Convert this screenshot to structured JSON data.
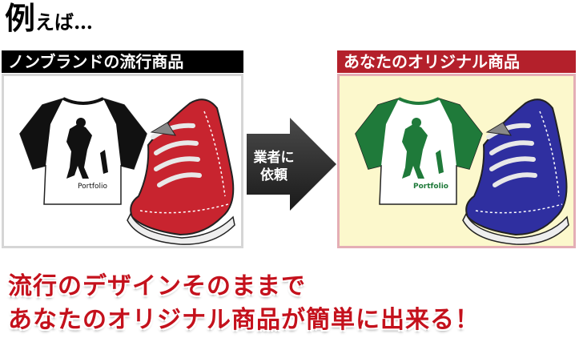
{
  "heading": {
    "main": "例",
    "rest": "えば…"
  },
  "left": {
    "label": "ノンブランドの流行商品",
    "logo_text": "Portfolio"
  },
  "arrow": {
    "line1": "業者に",
    "line2": "依頼"
  },
  "right": {
    "label": "あなたのオリジナル商品",
    "logo_text": "Portfolio"
  },
  "tagline": {
    "line1": "流行のデザインそのままで",
    "line2": "あなたのオリジナル商品が簡単に出来る！"
  },
  "colors": {
    "red_accent": "#b4202b",
    "tagline_red": "#c4111c",
    "shirt_green": "#1f7a3a",
    "shoe_red": "#c8242f",
    "shoe_blue": "#2f2fa0",
    "panel_yellow": "#fcf8cc"
  }
}
